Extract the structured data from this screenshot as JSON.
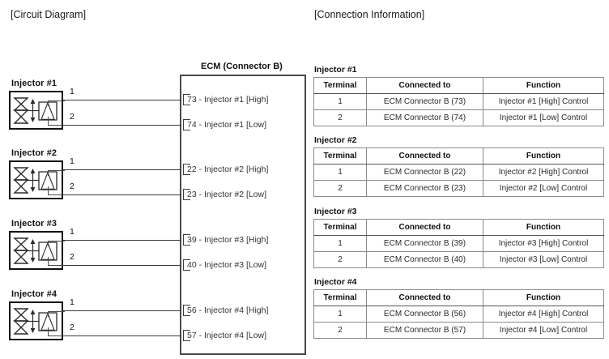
{
  "headings": {
    "circuit": "[Circuit Diagram]",
    "connection": "[Connection Information]"
  },
  "circuit": {
    "ecm_title": "ECM (Connector B)",
    "injectors": [
      {
        "label": "Injector #1",
        "terminal_1": "1",
        "terminal_2": "2"
      },
      {
        "label": "Injector #2",
        "terminal_1": "1",
        "terminal_2": "2"
      },
      {
        "label": "Injector #3",
        "terminal_1": "1",
        "terminal_2": "2"
      },
      {
        "label": "Injector #4",
        "terminal_1": "1",
        "terminal_2": "2"
      }
    ],
    "ecm_pins": [
      {
        "pin": "73",
        "text": "73 - Injector #1 [High]"
      },
      {
        "pin": "74",
        "text": "74 - Injector #1 [Low]"
      },
      {
        "pin": "22",
        "text": "22 - Injector #2 [High]"
      },
      {
        "pin": "23",
        "text": "23 - Injector #2 [Low]"
      },
      {
        "pin": "39",
        "text": "39 - Injector #3 [High]"
      },
      {
        "pin": "40",
        "text": "40 - Injector #3 [Low]"
      },
      {
        "pin": "56",
        "text": "56 - Injector #4 [High]"
      },
      {
        "pin": "57",
        "text": "57 - Injector #4 [Low]"
      }
    ]
  },
  "tables": [
    {
      "caption": "Injector #1",
      "columns": [
        "Terminal",
        "Connected to",
        "Function"
      ],
      "rows": [
        [
          "1",
          "ECM Connector B (73)",
          "Injector #1 [High] Control"
        ],
        [
          "2",
          "ECM Connector B (74)",
          "Injector #1 [Low] Control"
        ]
      ]
    },
    {
      "caption": "Injector #2",
      "columns": [
        "Terminal",
        "Connected to",
        "Function"
      ],
      "rows": [
        [
          "1",
          "ECM Connector B (22)",
          "Injector #2 [High] Control"
        ],
        [
          "2",
          "ECM Connector B (23)",
          "Injector #2 [Low] Control"
        ]
      ]
    },
    {
      "caption": "Injector #3",
      "columns": [
        "Terminal",
        "Connected to",
        "Function"
      ],
      "rows": [
        [
          "1",
          "ECM Connector B (39)",
          "Injector #3 [High] Control"
        ],
        [
          "2",
          "ECM Connector B (40)",
          "Injector #3 [Low] Control"
        ]
      ]
    },
    {
      "caption": "Injector #4",
      "columns": [
        "Terminal",
        "Connected to",
        "Function"
      ],
      "rows": [
        [
          "1",
          "ECM Connector B (56)",
          "Injector #4 [High] Control"
        ],
        [
          "2",
          "ECM Connector B (57)",
          "Injector #4 [Low] Control"
        ]
      ]
    }
  ],
  "colors": {
    "ink": "#1a1a1a",
    "line": "#3a3a3a",
    "box_border": "#111111",
    "table_border": "#8a8a8a",
    "background": "#ffffff"
  }
}
